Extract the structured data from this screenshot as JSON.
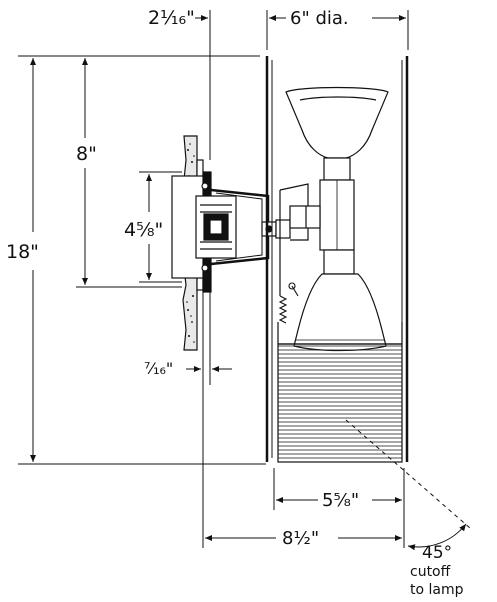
{
  "dimensions": {
    "top_offset": "2¹⁄₁₆\"",
    "diameter": "6\" dia.",
    "height_8": "8\"",
    "overall_height": "18\"",
    "box_height": "4⁵⁄₈\"",
    "wall_offset": "⁷⁄₁₆\"",
    "louver_width": "5⁵⁄₈\"",
    "projection": "8¹⁄₂\""
  },
  "cutoff": {
    "angle": "45°",
    "line1": "cutoff",
    "line2": "to lamp"
  },
  "colors": {
    "ink": "#111111",
    "paper": "#ffffff",
    "wall_fill": "#e9e9e9"
  }
}
